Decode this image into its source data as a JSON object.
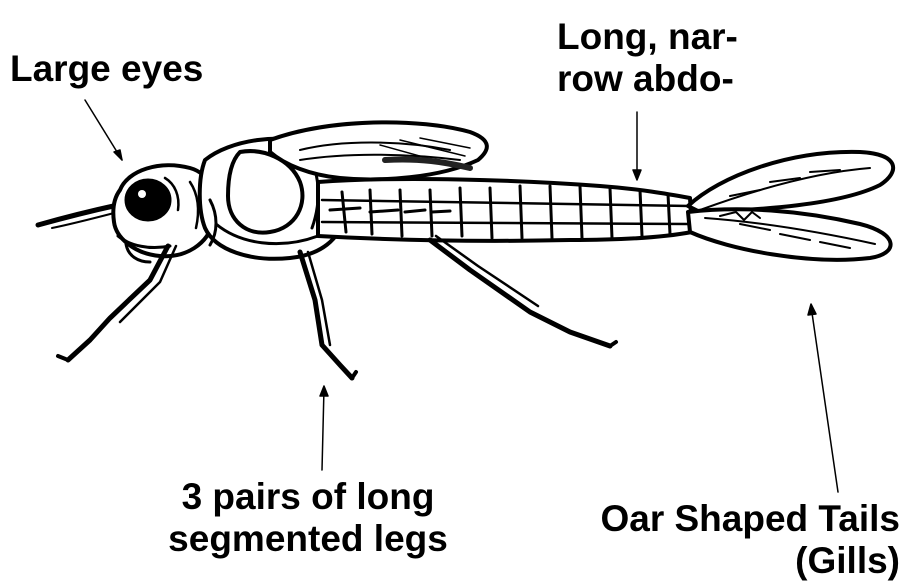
{
  "labels": {
    "eyes": "Large eyes",
    "abdomen_line1": "Long, nar-",
    "abdomen_line2": "row abdo-",
    "legs_line1": "3 pairs of long",
    "legs_line2": "segmented legs",
    "gills_line1": "Oar Shaped Tails",
    "gills_line2": "(Gills)"
  },
  "colors": {
    "ink": "#000000",
    "background": "#ffffff"
  }
}
